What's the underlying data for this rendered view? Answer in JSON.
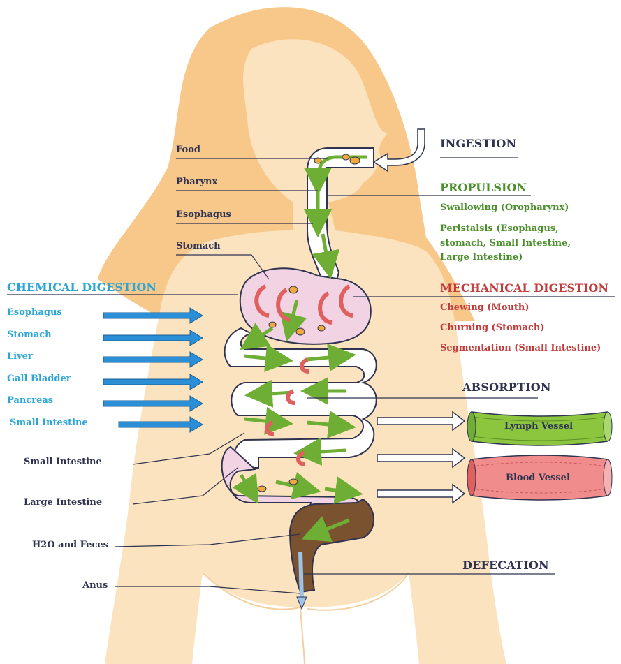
{
  "colors": {
    "skin_hair": "#f7c88a",
    "skin_light": "#fbe3bf",
    "tract_pink": "#f2d3e3",
    "tract_outline": "#2f3350",
    "flow_green": "#8cc63f",
    "churn_red": "#e06060",
    "food_orange": "#f2a93b",
    "large_intestine_brown": "#7b5230",
    "blue_arrow": "#2a8fd6",
    "lymph_green": "#8cc63f",
    "blood_red": "#f08c8c"
  },
  "left_labels": {
    "food": "Food",
    "pharynx": "Pharynx",
    "esophagus": "Esophagus",
    "stomach": "Stomach",
    "small_intestine": "Small Intestine",
    "large_intestine": "Large Intestine",
    "h2o_feces": "H2O and Feces",
    "anus": "Anus"
  },
  "chemical_digestion": {
    "title": "CHEMICAL DIGESTION",
    "items": [
      "Esophagus",
      "Stomach",
      "Liver",
      "Gall Bladder",
      "Pancreas",
      "Small Intestine"
    ]
  },
  "ingestion": {
    "title": "INGESTION"
  },
  "propulsion": {
    "title": "PROPULSION",
    "line1": "Swallowing (Oropharynx)",
    "line2": "Peristalsis (Esophagus,",
    "line3": "stomach, Small Intestine,",
    "line4": "Large Intestine)"
  },
  "mechanical_digestion": {
    "title": "MECHANICAL DIGESTION",
    "items": [
      "Chewing (Mouth)",
      "Churning (Stomach)",
      "Segmentation (Small Intestine)"
    ]
  },
  "absorption": {
    "title": "ABSORPTION",
    "lymph": "Lymph Vessel",
    "blood": "Blood Vessel"
  },
  "defecation": {
    "title": "DEFECATION"
  }
}
